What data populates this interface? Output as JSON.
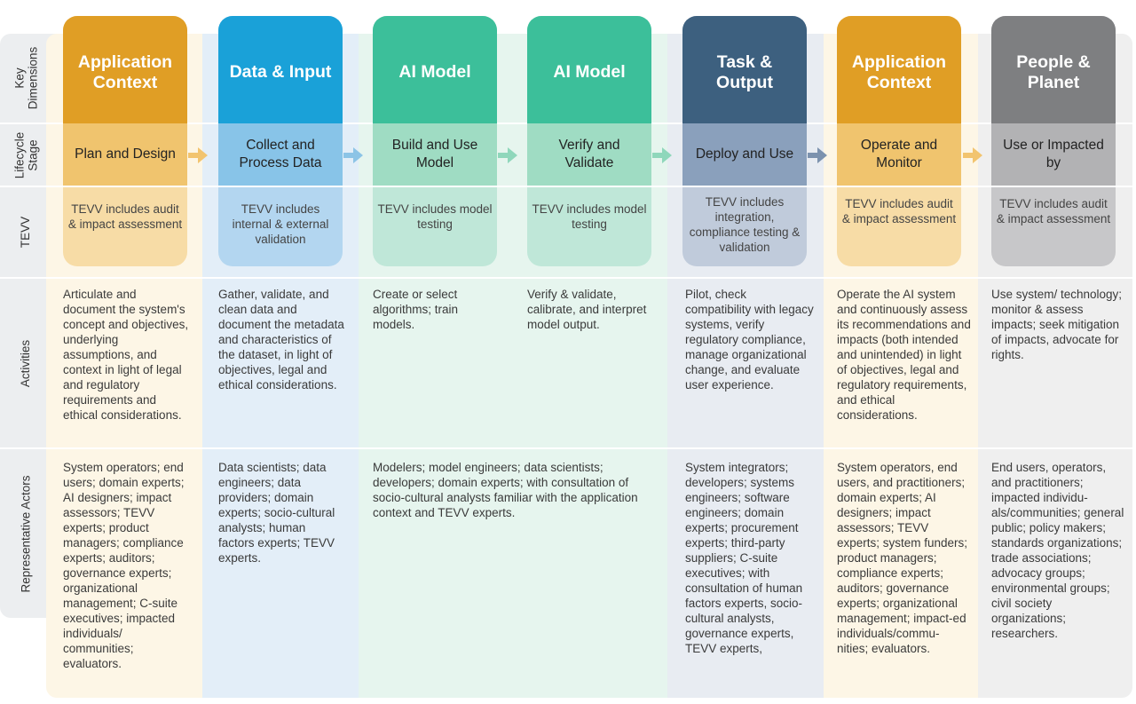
{
  "row_labels": {
    "key_dimensions": "Key\nDimensions",
    "lifecycle_stage": "Lifecycle\nStage",
    "tevv": "TEVV",
    "activities": "Activities",
    "representative_actors": "Representative Actors"
  },
  "colors": {
    "application_context": "#e09e25",
    "data_input": "#1aa1d8",
    "ai_model": "#3cbf9a",
    "task_output": "#3d607f",
    "people_planet": "#7e7f81"
  },
  "columns": [
    {
      "key_dimension": "Application Context",
      "stage": "Plan and Design",
      "tevv": "TEVV includes audit & impact assessment",
      "activities": "Articulate and document the system's concept and objectives, underlying assumptions, and context in light of legal and regulatory requirements and ethical considerations.",
      "actors": "System operators; end users; domain experts; AI designers; impact assessors; TEVV experts; product managers; compliance experts; auditors; governance experts; organizational management; C-suite executives; impacted individuals/ communities; evaluators."
    },
    {
      "key_dimension": "Data & Input",
      "stage": "Collect and Process Data",
      "tevv": "TEVV includes internal & external validation",
      "activities": "Gather, validate, and clean data and document the metadata and characteristics of the dataset, in light of objectives, legal and ethical considerations.",
      "actors": "Data scientists; data engineers; data providers; domain experts; socio-cultural analysts; human factors experts; TEVV experts."
    },
    {
      "key_dimension": "AI Model",
      "stage": "Build and Use Model",
      "tevv": "TEVV includes model testing",
      "activities": "Create or select algorithms; train models.",
      "actors": "Modelers; model engineers; data scientists; developers; domain experts; with consultation of socio-cultural analysts familiar with the application context and TEVV experts."
    },
    {
      "key_dimension": "AI Model",
      "stage": "Verify and Validate",
      "tevv": "TEVV includes model testing",
      "activities": "Verify & validate, calibrate, and interpret model output.",
      "actors": ""
    },
    {
      "key_dimension": "Task & Output",
      "stage": "Deploy and Use",
      "tevv": "TEVV includes integration, compliance testing & validation",
      "activities": "Pilot, check compatibility with legacy systems, verify regulatory compliance, manage organizational change, and evaluate user experience.",
      "actors": "System integrators; developers; systems engineers; software engineers; domain experts; procurement experts; third-party suppliers; C-suite executives; with consultation of human factors experts, socio-cultural analysts, governance experts, TEVV experts,"
    },
    {
      "key_dimension": "Application Context",
      "stage": "Operate and Monitor",
      "tevv": "TEVV includes audit & impact assessment",
      "activities": "Operate the AI system and continuously assess its recommendations and impacts (both intended and unintended) in light of objectives, legal and regulatory requirements, and ethical considerations.",
      "actors": "System operators, end users, and practitioners; domain experts; AI designers; impact assessors; TEVV experts; system funders; product managers; compliance experts; auditors; governance experts; organizational management; impact-ed individuals/commu-nities; evaluators."
    },
    {
      "key_dimension": "People & Planet",
      "stage": "Use or Impacted by",
      "tevv": "TEVV includes audit & impact assessment",
      "activities": "Use system/ technology; monitor & assess impacts; seek mitigation of impacts, advocate for rights.",
      "actors": "End users, operators, and practitioners; impacted individu-als/communities; general public; policy makers; standards organizations; trade associations; advocacy groups; environmental groups; civil society organizations; researchers."
    }
  ]
}
